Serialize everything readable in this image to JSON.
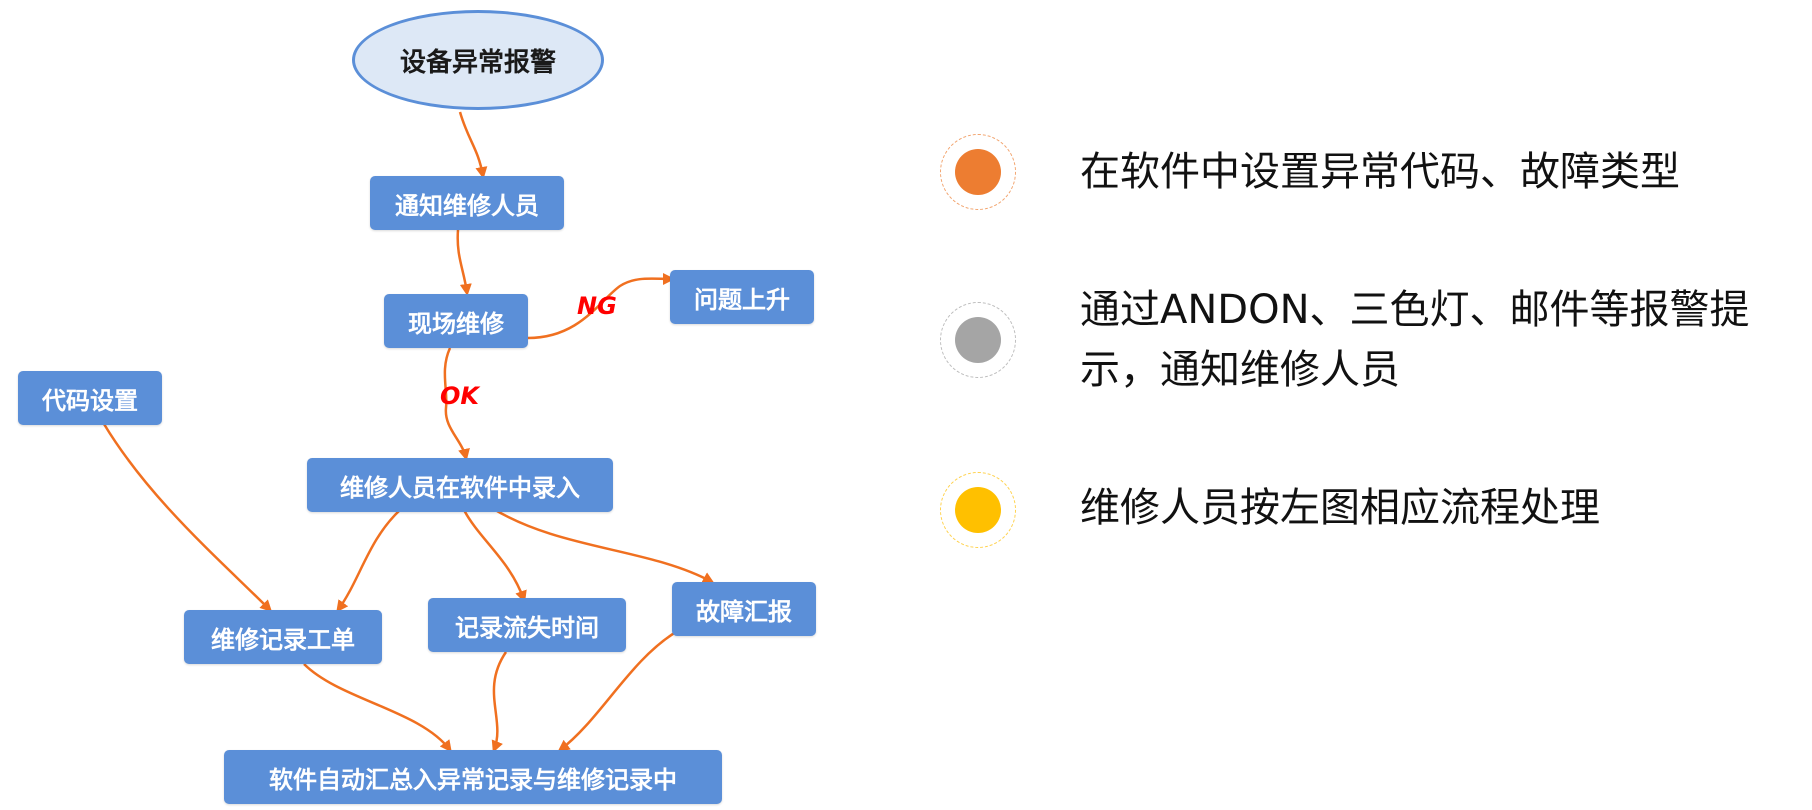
{
  "flow": {
    "start": "设备异常报警",
    "notify": "通知维修人员",
    "onsite": "现场维修",
    "escalate": "问题上升",
    "code_setup": "代码设置",
    "record_entry": "维修人员在软件中录入",
    "work_order": "维修记录工单",
    "lost_time": "记录流失时间",
    "fault_report": "故障汇报",
    "summary": "软件自动汇总入异常记录与维修记录中",
    "label_ng": "NG",
    "label_ok": "OK"
  },
  "legend": [
    {
      "text": "在软件中设置异常代码、故障类型",
      "color": "#ed7d31",
      "ring": "#f2a46e"
    },
    {
      "text": "通过ANDON、三色灯、邮件等报警提示，通知维修人员",
      "color": "#a5a5a5",
      "ring": "#bdbdbd"
    },
    {
      "text": "维修人员按左图相应流程处理",
      "color": "#ffc000",
      "ring": "#ffd24d"
    }
  ],
  "colors": {
    "box": "#5b8fd8",
    "arrow": "#f07020",
    "label": "#ff0000"
  }
}
